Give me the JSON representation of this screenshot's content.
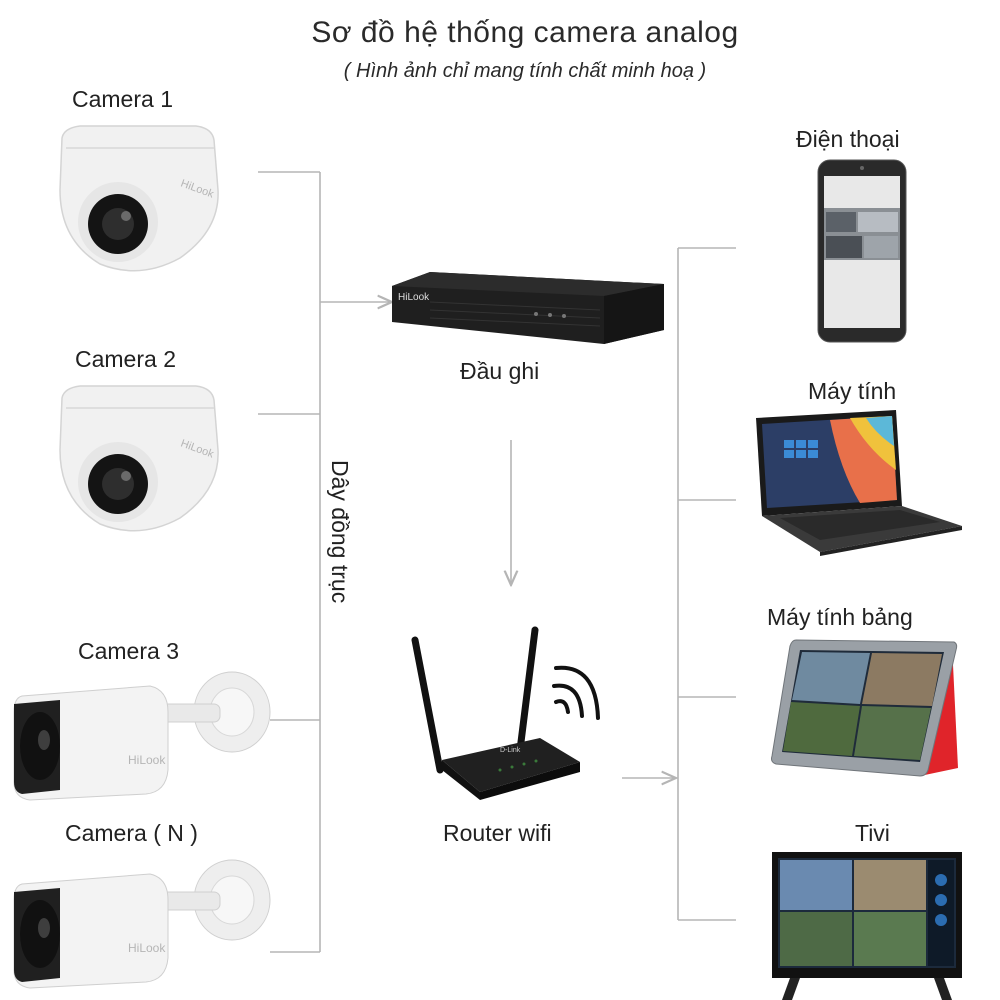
{
  "title": "Sơ đồ hệ thống camera analog",
  "subtitle": "( Hình ảnh chỉ mang tính chất minh hoạ )",
  "cameras": [
    {
      "label": "Camera 1",
      "brand": "HiLook",
      "type": "dome"
    },
    {
      "label": "Camera 2",
      "brand": "HiLook",
      "type": "dome"
    },
    {
      "label": "Camera 3",
      "brand": "HiLook",
      "type": "bullet"
    },
    {
      "label": "Camera ( N )",
      "brand": "HiLook",
      "type": "bullet"
    }
  ],
  "cable_label": "Dây đồng trục",
  "recorder": {
    "label": "Đầu ghi",
    "brand": "HiLook"
  },
  "router": {
    "label": "Router wifi",
    "brand": "D-Link"
  },
  "devices": [
    {
      "label": "Điện thoại",
      "icon": "smartphone-icon"
    },
    {
      "label": "Máy tính",
      "icon": "laptop-icon"
    },
    {
      "label": "Máy tính bảng",
      "icon": "tablet-icon"
    },
    {
      "label": "Tivi",
      "icon": "tv-icon"
    }
  ],
  "colors": {
    "line": "#b5b5b5",
    "device_dark": "#1b1b1b",
    "camera_body": "#f2f2f2",
    "tablet_case": "#e0242a"
  }
}
